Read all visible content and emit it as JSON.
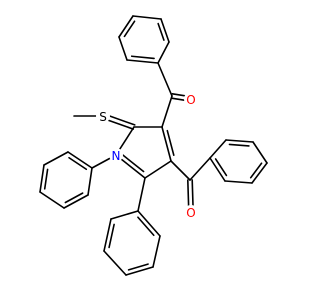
{
  "colors": {
    "bond": "#000000",
    "S": "#000000",
    "N": "#0000ff",
    "O": "#ff0000",
    "background": "#ffffff"
  },
  "atom_labels": {
    "sulfur": "S",
    "nitrogen": "N",
    "oxygen_top": "O",
    "oxygen_mid": "O"
  }
}
